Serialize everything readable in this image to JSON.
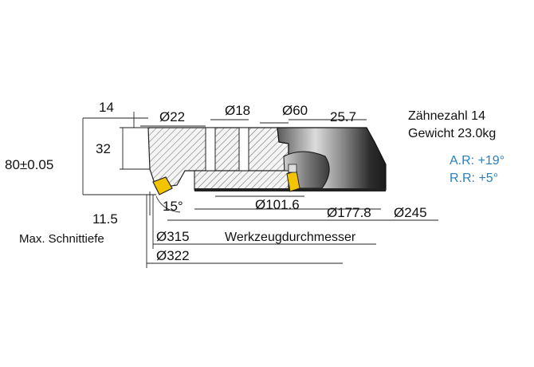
{
  "dimensions": {
    "d22": "Ø22",
    "d18": "Ø18",
    "d60": "Ø60",
    "w25_7": "25.7",
    "w14": "14",
    "h32": "32",
    "h80": "80±0.05",
    "d101_6": "Ø101.6",
    "d177_8": "Ø177.8",
    "d245": "Ø245",
    "a15": "15°",
    "c11_5": "11.5",
    "d315": "Ø315",
    "d322": "Ø322"
  },
  "labels": {
    "max_depth": "Max. Schnittiefe",
    "tool_diameter": "Werkzeugdurchmesser"
  },
  "specs": {
    "teeth": "Zähnezahl 14",
    "weight": "Gewicht 23.0kg",
    "axial_rake": "A.R: +19°",
    "radial_rake": "R.R: +5°"
  },
  "colors": {
    "accent": "#2a7fc0",
    "insert": "#f2c500",
    "body_dark": "#333333"
  }
}
